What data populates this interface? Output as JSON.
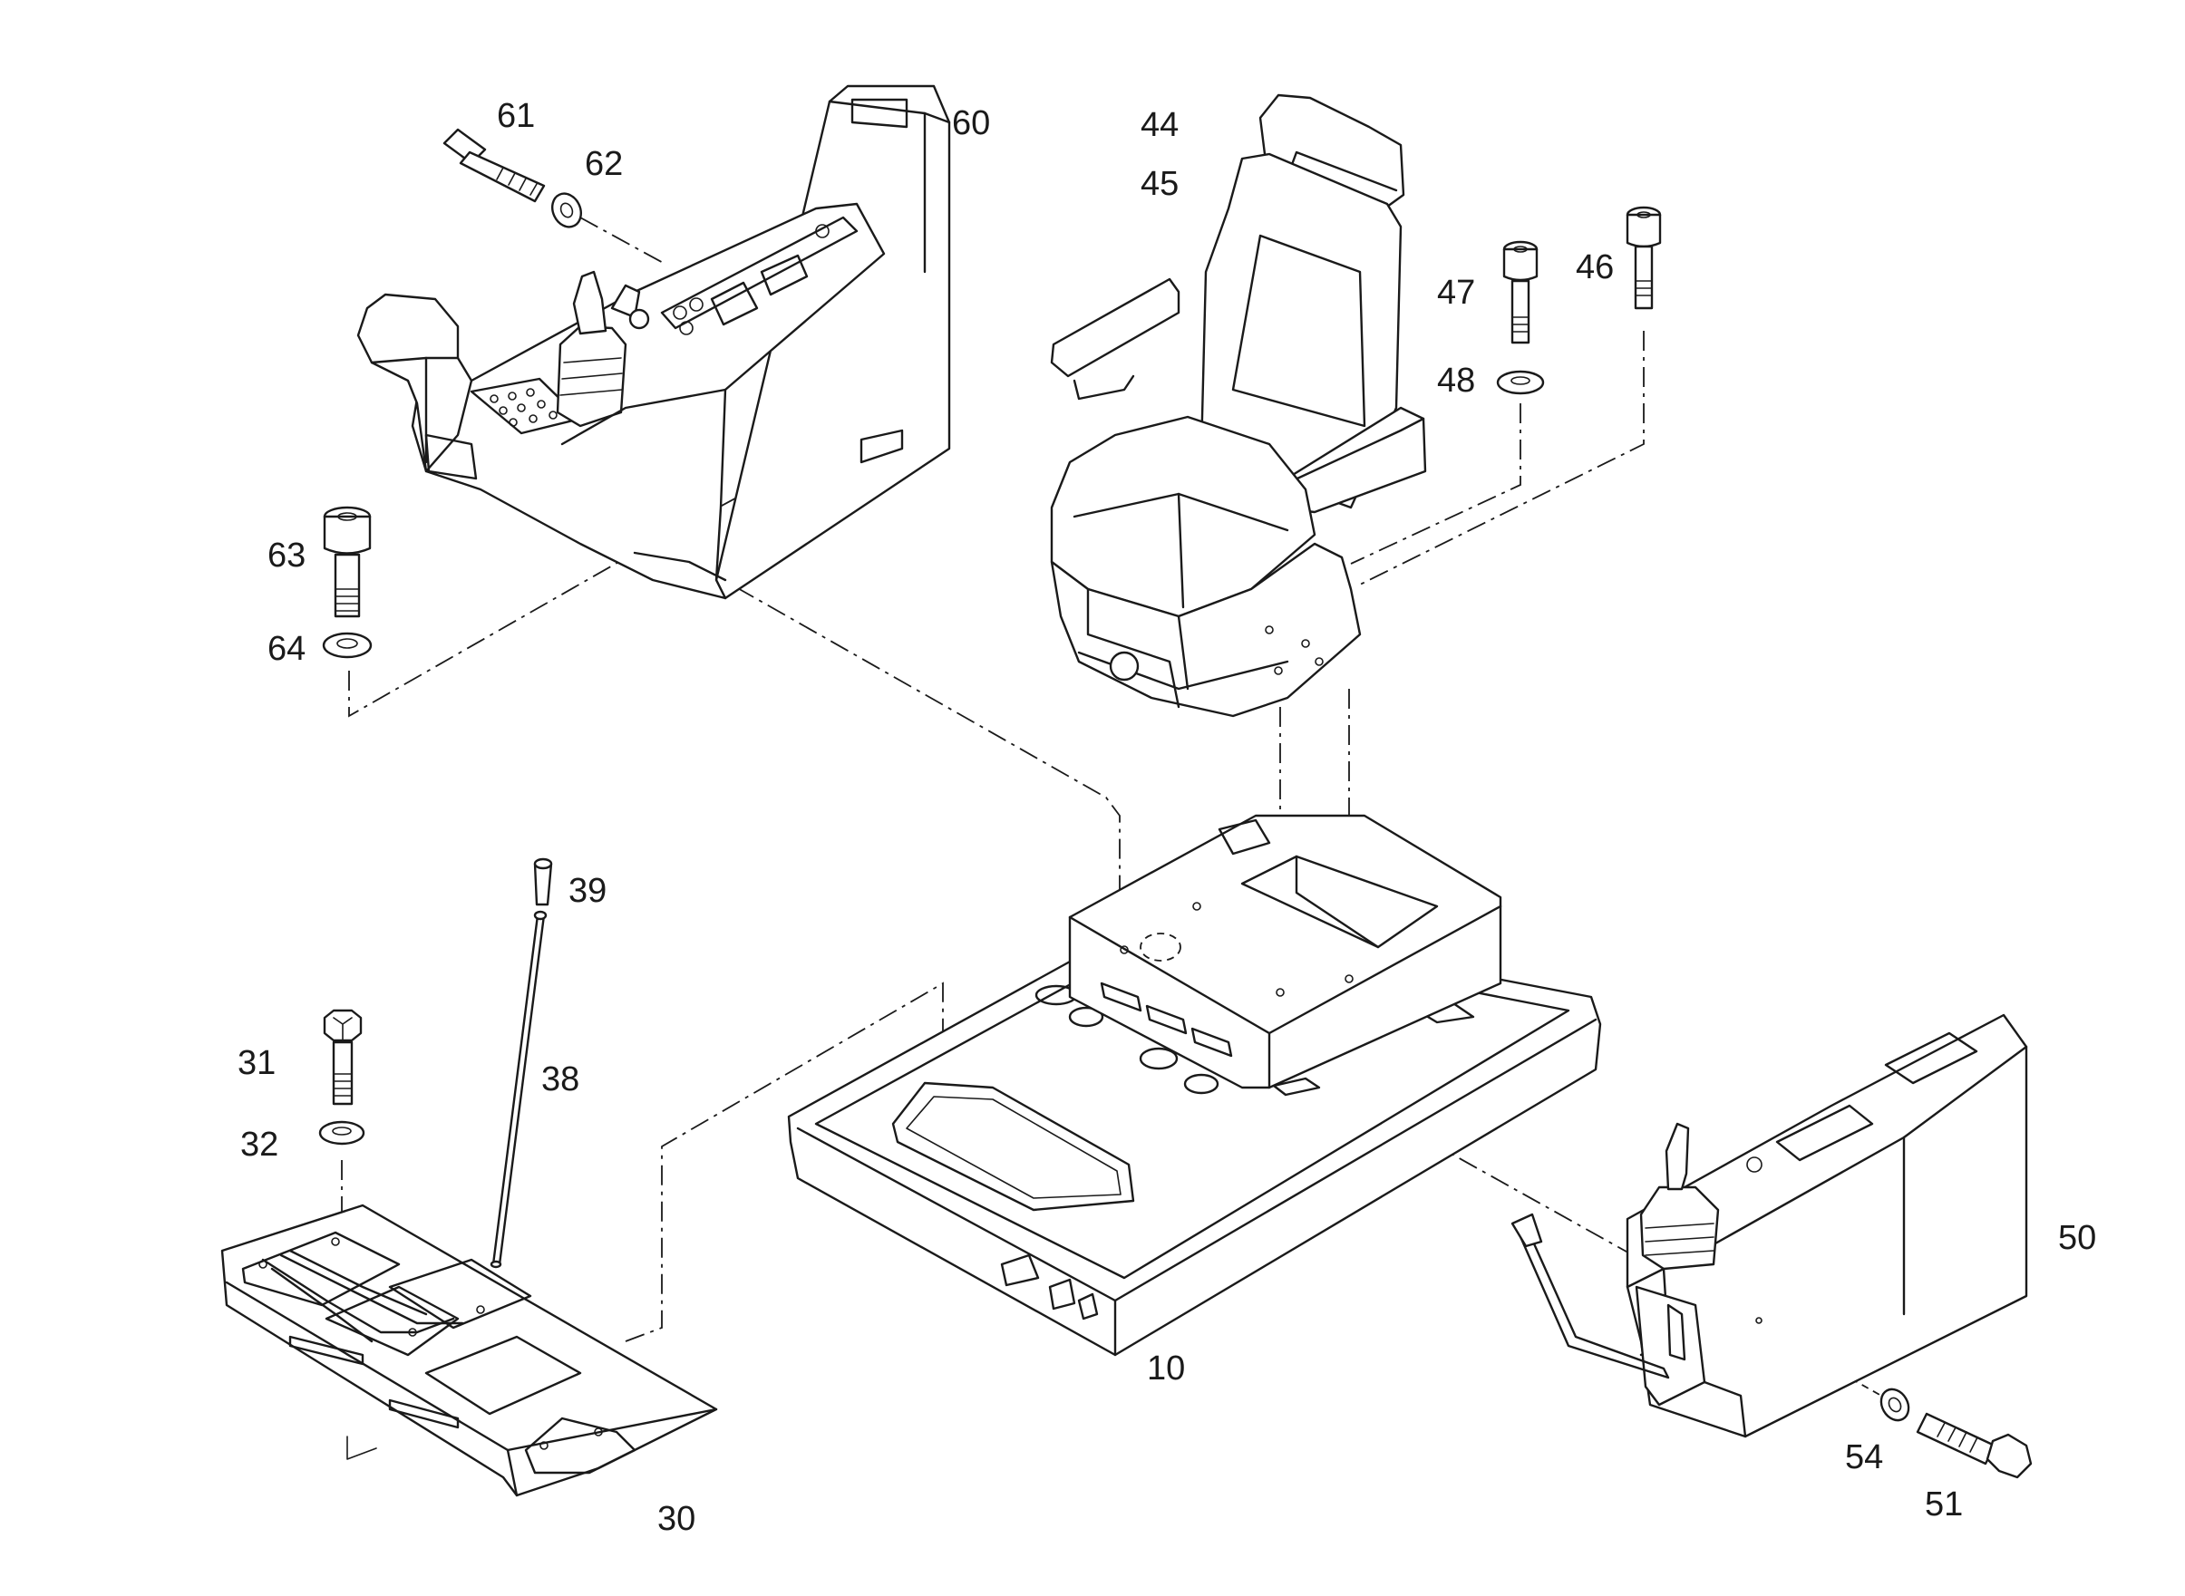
{
  "diagram": {
    "callouts": {
      "c10": "10",
      "c30": "30",
      "c31": "31",
      "c32": "32",
      "c38": "38",
      "c39": "39",
      "c44": "44",
      "c45": "45",
      "c46": "46",
      "c47": "47",
      "c48": "48",
      "c50": "50",
      "c51": "51",
      "c54": "54",
      "c60": "60",
      "c61": "61",
      "c62": "62",
      "c63": "63",
      "c64": "64"
    }
  }
}
